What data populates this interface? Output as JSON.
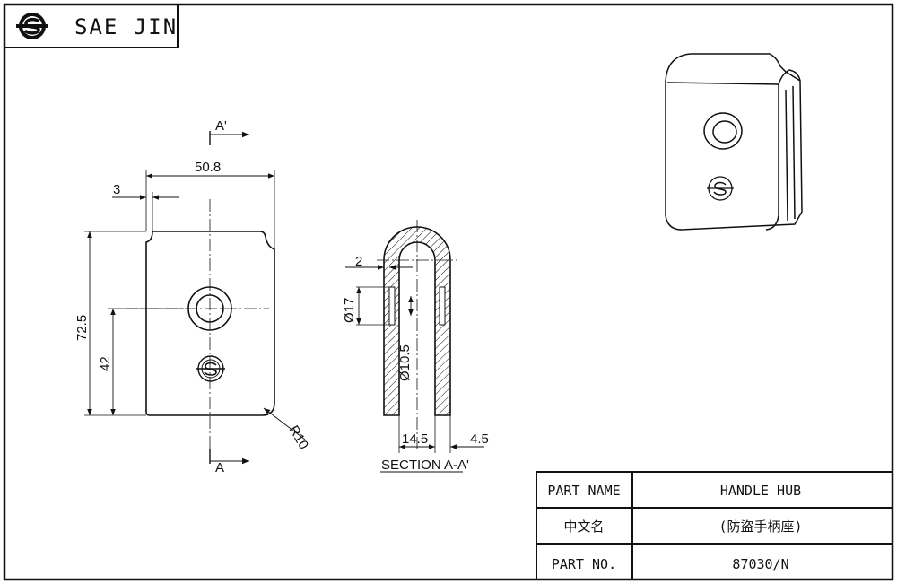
{
  "header": {
    "company": "SAE JIN",
    "logo_icon": "sae-jin-logo-icon"
  },
  "front_view": {
    "width_dim": "50.8",
    "edge_dim": "3",
    "height_dim": "72.5",
    "hole_pos_dim": "42",
    "radius_dim": "R10",
    "section_mark_top": "A'",
    "section_mark_bottom": "A"
  },
  "section_view": {
    "wall_dim": "2",
    "outer_dia_dim": "Ø17",
    "inner_dia_dim": "Ø10.5",
    "inner_width_dim": "14.5",
    "side_dim": "4.5",
    "caption": "SECTION A-A'"
  },
  "title_block": {
    "rows": [
      {
        "label": "PART NAME",
        "value": "HANDLE HUB"
      },
      {
        "label": "中文名",
        "value": "(防盜手柄座)"
      },
      {
        "label": "PART NO.",
        "value": "87030/N"
      }
    ]
  },
  "colors": {
    "line": "#111111",
    "background": "#ffffff"
  }
}
